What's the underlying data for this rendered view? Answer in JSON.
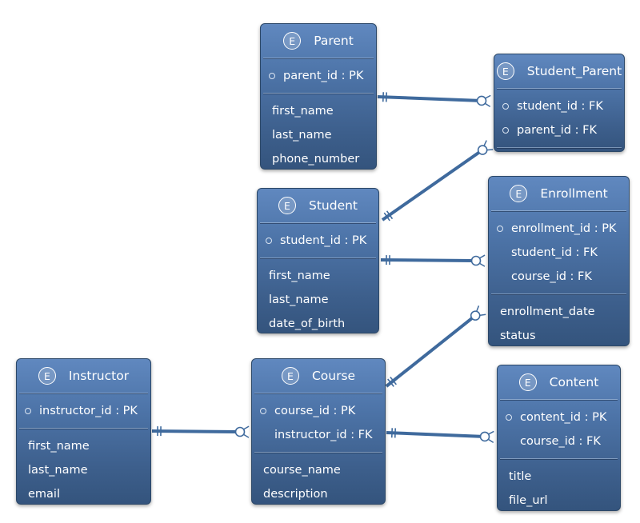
{
  "entities": {
    "parent": {
      "badge": "E",
      "title": "Parent",
      "keys": [
        {
          "label": "parent_id : PK",
          "marker": true
        }
      ],
      "attributes": [
        "first_name",
        "last_name",
        "phone_number"
      ]
    },
    "student_parent": {
      "badge": "E",
      "title": "Student_Parent",
      "keys": [
        {
          "label": "student_id : FK",
          "marker": true
        },
        {
          "label": "parent_id : FK",
          "marker": true
        }
      ],
      "attributes": []
    },
    "student": {
      "badge": "E",
      "title": "Student",
      "keys": [
        {
          "label": "student_id : PK",
          "marker": true
        }
      ],
      "attributes": [
        "first_name",
        "last_name",
        "date_of_birth"
      ]
    },
    "enrollment": {
      "badge": "E",
      "title": "Enrollment",
      "keys": [
        {
          "label": "enrollment_id : PK",
          "marker": true
        },
        {
          "label": "student_id : FK",
          "marker": false
        },
        {
          "label": "course_id : FK",
          "marker": false
        }
      ],
      "attributes": [
        "enrollment_date",
        "status"
      ]
    },
    "instructor": {
      "badge": "E",
      "title": "Instructor",
      "keys": [
        {
          "label": "instructor_id : PK",
          "marker": true
        }
      ],
      "attributes": [
        "first_name",
        "last_name",
        "email"
      ]
    },
    "course": {
      "badge": "E",
      "title": "Course",
      "keys": [
        {
          "label": "course_id : PK",
          "marker": true
        },
        {
          "label": "instructor_id : FK",
          "marker": false
        }
      ],
      "attributes": [
        "course_name",
        "description"
      ]
    },
    "content": {
      "badge": "E",
      "title": "Content",
      "keys": [
        {
          "label": "content_id : PK",
          "marker": true
        },
        {
          "label": "course_id : FK",
          "marker": false
        }
      ],
      "attributes": [
        "title",
        "file_url"
      ]
    }
  },
  "relationships": [
    {
      "name": "parent-student-parent",
      "from": "parent",
      "to": "student_parent",
      "from_card": "one",
      "to_card": "zero-or-many"
    },
    {
      "name": "student-student-parent",
      "from": "student",
      "to": "student_parent",
      "from_card": "one",
      "to_card": "zero-or-many"
    },
    {
      "name": "student-enrollment",
      "from": "student",
      "to": "enrollment",
      "from_card": "one",
      "to_card": "zero-or-many"
    },
    {
      "name": "course-enrollment",
      "from": "course",
      "to": "enrollment",
      "from_card": "one",
      "to_card": "zero-or-many"
    },
    {
      "name": "instructor-course",
      "from": "instructor",
      "to": "course",
      "from_card": "one",
      "to_card": "zero-or-many"
    },
    {
      "name": "course-content",
      "from": "course",
      "to": "content",
      "from_card": "one",
      "to_card": "zero-or-many"
    }
  ],
  "colors": {
    "connector": "#3f6a9d",
    "entity_top": "#6088bf",
    "entity_bottom": "#34547d",
    "text": "#ffffff"
  }
}
